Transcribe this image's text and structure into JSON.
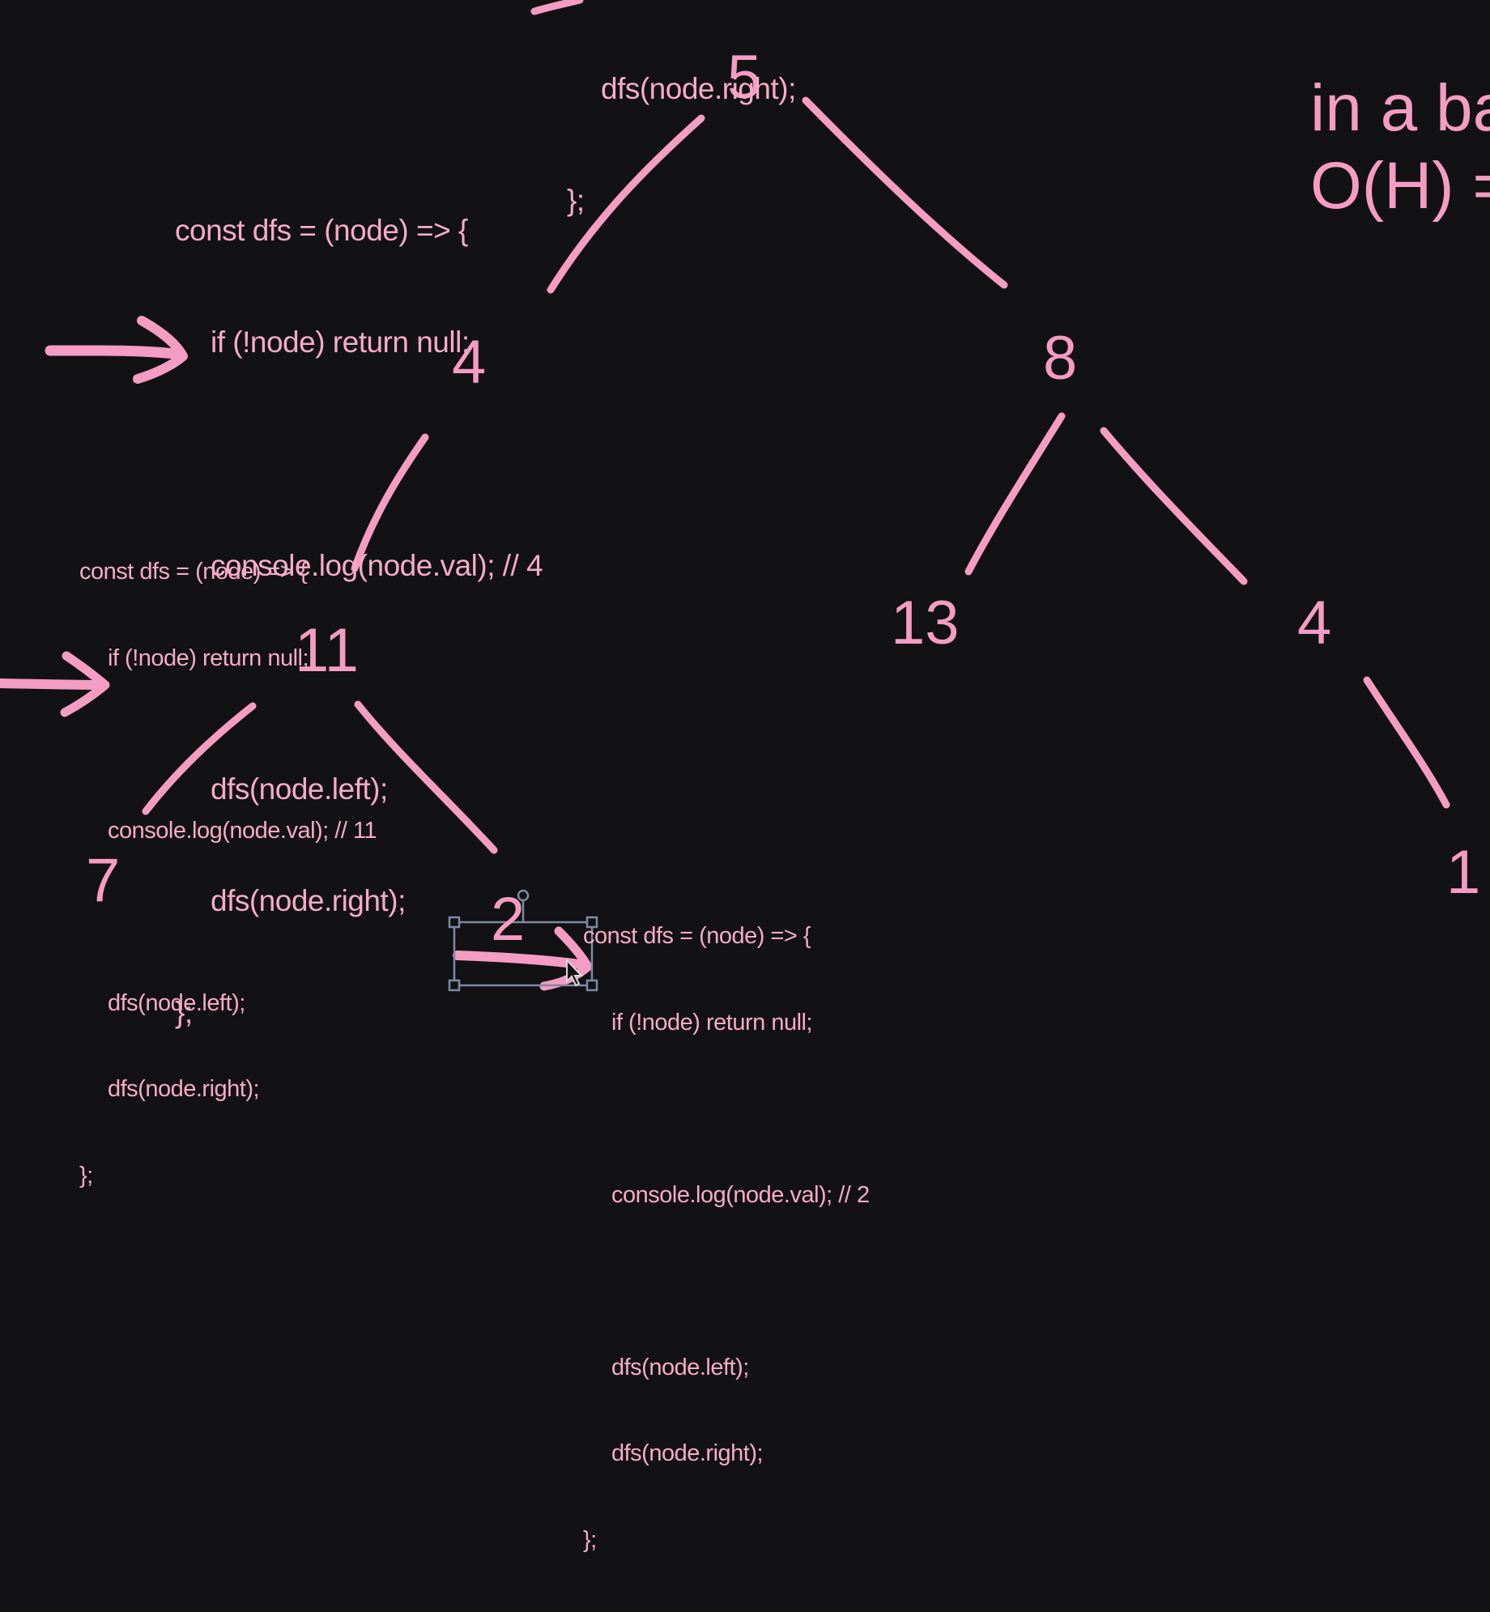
{
  "tree": {
    "nodes": {
      "root": "5",
      "left": "4",
      "right": "8",
      "left_left": "11",
      "right_left": "13",
      "right_right": "4",
      "ll_left": "7",
      "ll_right": "2",
      "rr_right": "1"
    }
  },
  "code_top_fragment": {
    "line_right": "dfs(node.right);",
    "line_close": "};"
  },
  "code_node4": {
    "line1": "const dfs = (node) => {",
    "line2": "if (!node) return null;",
    "line3": "console.log(node.val); // 4",
    "line4": "dfs(node.left);",
    "line5": "dfs(node.right);",
    "line6": "};"
  },
  "code_node11": {
    "line1": "const dfs = (node) => {",
    "line2": "if (!node) return null;",
    "line3": "console.log(node.val); // 11",
    "line4": "dfs(node.left);",
    "line5": "dfs(node.right);",
    "line6": "};"
  },
  "code_node2": {
    "line1": "const dfs = (node) => {",
    "line2": "if (!node) return null;",
    "line3": "console.log(node.val); // 2",
    "line4": "dfs(node.left);",
    "line5": "dfs(node.right);",
    "line6": "};"
  },
  "side_note": {
    "line1": "in a ba",
    "line2": "O(H) ="
  },
  "colors": {
    "background": "#121113",
    "ink": "#f59cc2",
    "selection_box": "#7d8aa6"
  }
}
